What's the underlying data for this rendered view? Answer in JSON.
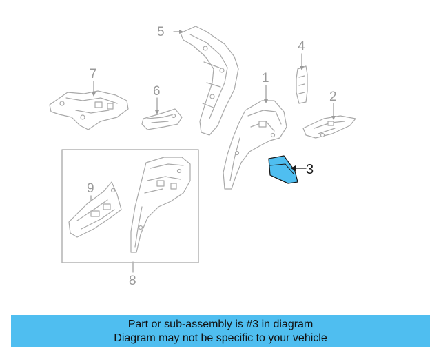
{
  "callouts": {
    "c1": "1",
    "c2": "2",
    "c3": "3",
    "c4": "4",
    "c5": "5",
    "c6": "6",
    "c7": "7",
    "c8": "8",
    "c9": "9"
  },
  "highlight_color": "#4fbef0",
  "line_color": "#a9a9a9",
  "banner": {
    "line1": "Part or sub-assembly is #3 in diagram",
    "line2": "Diagram may not be specific to your vehicle",
    "color": "#4fbef0"
  }
}
